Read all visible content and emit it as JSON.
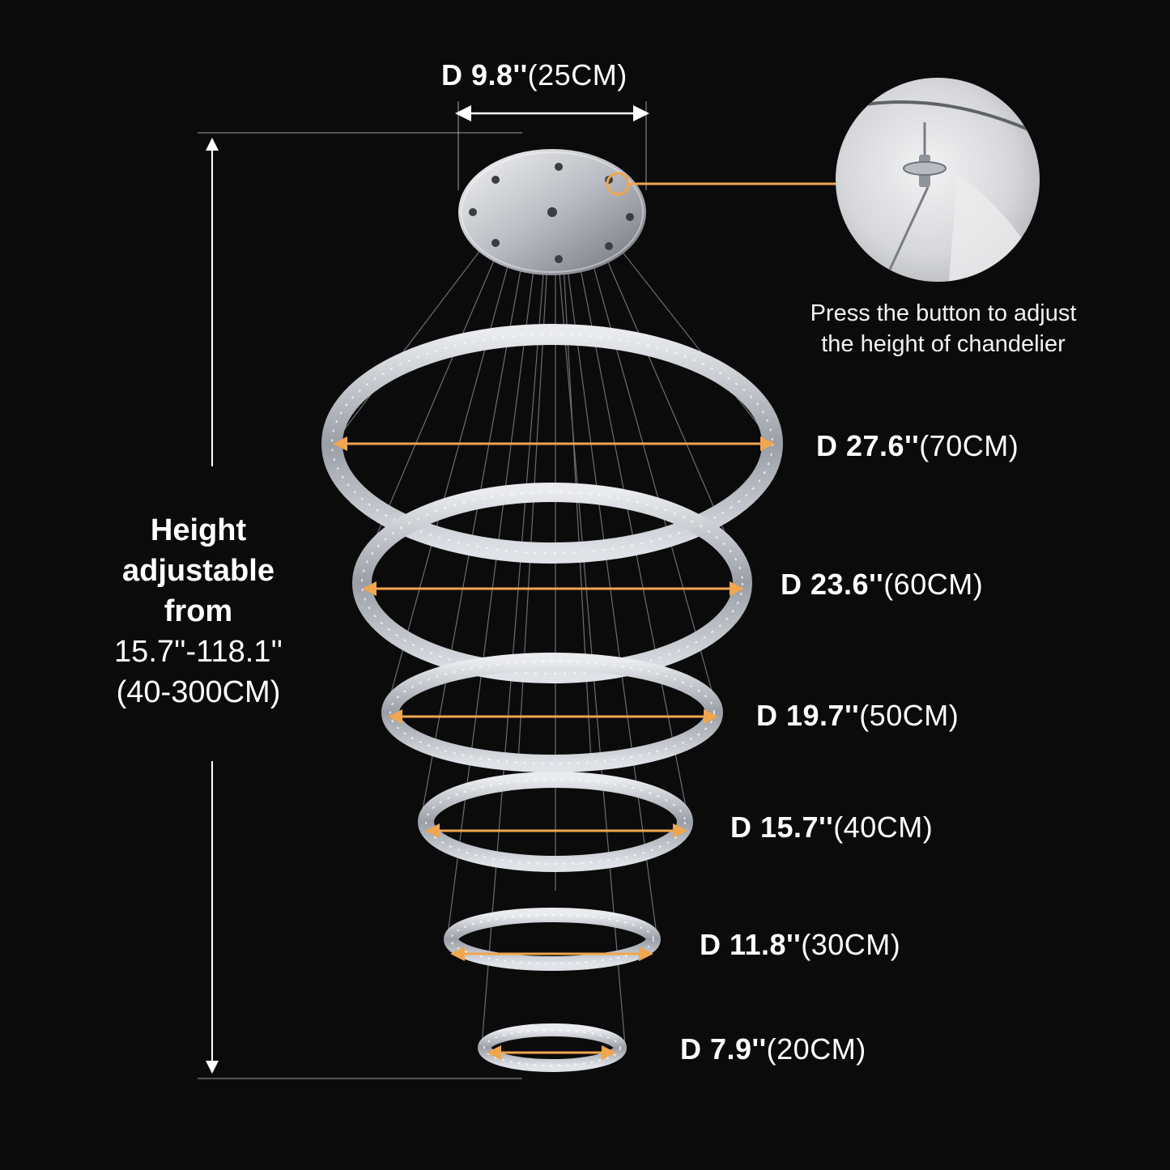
{
  "top_dimension": {
    "imperial": "D 9.8''",
    "metric": "(25CM)"
  },
  "height_note": {
    "line1": "Height",
    "line2": "adjustable",
    "line3": "from",
    "range_imperial": "15.7''-118.1''",
    "range_metric": "(40-300CM)"
  },
  "detail_caption": {
    "line1": "Press the button to adjust",
    "line2": "the height of chandelier"
  },
  "rings": [
    {
      "imperial": "D 27.6''",
      "metric": "(70CM)"
    },
    {
      "imperial": "D 23.6''",
      "metric": "(60CM)"
    },
    {
      "imperial": "D 19.7''",
      "metric": "(50CM)"
    },
    {
      "imperial": "D 15.7''",
      "metric": "(40CM)"
    },
    {
      "imperial": "D 11.8''",
      "metric": "(30CM)"
    },
    {
      "imperial": "D 7.9''",
      "metric": "(20CM)"
    }
  ],
  "colors": {
    "background": "#0b0b0c",
    "arrow_orange": "#f0a64e",
    "dimension_line": "#ffffff",
    "ring_crystal": "#c9ccd2"
  }
}
